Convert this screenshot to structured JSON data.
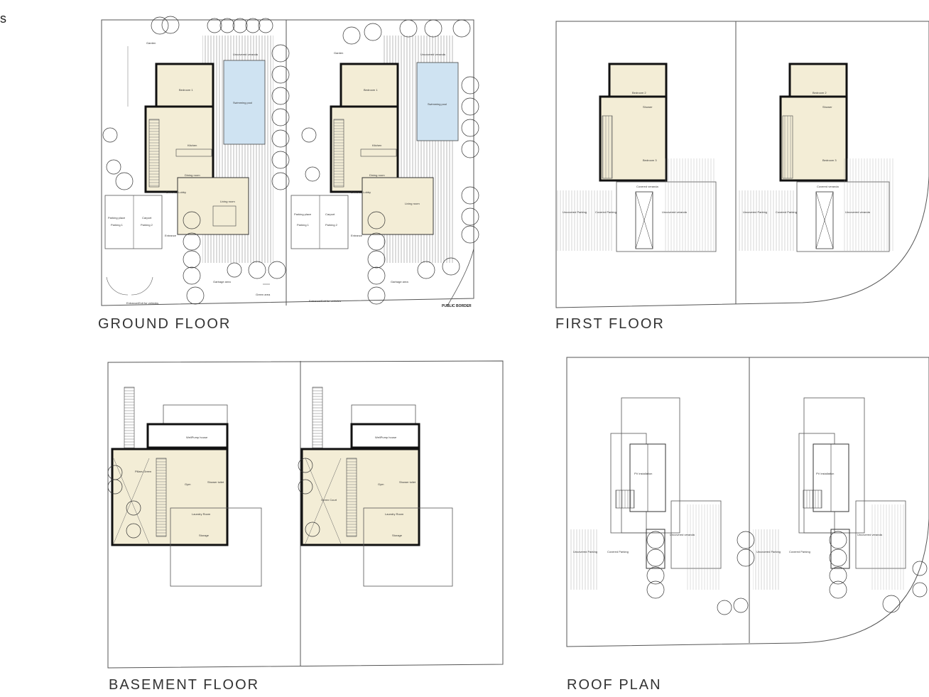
{
  "corner_text": "s",
  "plans": {
    "ground": {
      "title": "GROUND FLOOR",
      "labels": {
        "garden_1": "Garden",
        "garden_2": "Garden",
        "uncovered_veranda_top_1": "Uncovered veranda",
        "uncovered_veranda_top_2": "Uncovered veranda",
        "bedroom_1a": "Bedroom 1",
        "bedroom_1b": "Bedroom 1",
        "swimming_pool_1": "Swimming pool",
        "swimming_pool_2": "Swimming pool",
        "kitchen_1": "Kitchen",
        "kitchen_2": "Kitchen",
        "dining_1": "Dining room",
        "dining_2": "Dining room",
        "living_1": "Living room",
        "living_2": "Living room",
        "entrance_lobby_1": "Entrance Lobby",
        "entrance_lobby_2": "Entrance Lobby",
        "parking_place_1": "Parking place",
        "parking_place_2": "Parking place",
        "carport_1": "Carport",
        "carport_2": "Carport",
        "parking1_1": "Parking 1",
        "parking2_1": "Parking 2",
        "parking1_2": "Parking 1",
        "parking2_2": "Parking 2",
        "entrance_1": "Entrance",
        "entrance_2": "Entrance",
        "garbage_1": "Garbage area",
        "garbage_2": "Garbage area",
        "green_area": "Green area",
        "entrance_exit_1": "Entrance/Exit for vehicles",
        "entrance_exit_2": "Entrance/Exit for vehicles",
        "public_border": "PUBLIC BORDER"
      }
    },
    "first": {
      "title": "FIRST FLOOR",
      "labels": {
        "bedroom_2a": "Bedroom 2",
        "bedroom_2b": "Bedroom 2",
        "bedroom_3a": "Bedroom 3",
        "bedroom_3b": "Bedroom 3",
        "shower_1": "Shower",
        "shower_2": "Shower",
        "covered_veranda_1": "Covered veranda",
        "covered_veranda_2": "Covered veranda",
        "uncovered_veranda_1": "Uncovered veranda",
        "uncovered_veranda_2": "Uncovered veranda",
        "uncovered_parking_1": "Uncovered Parking",
        "uncovered_parking_2": "Uncovered Parking",
        "covered_parking_1": "Covered Parking",
        "covered_parking_2": "Covered Parking"
      }
    },
    "basement": {
      "title": "BASEMENT FLOOR",
      "labels": {
        "pump_1": "WellPump house",
        "pump_2": "WellPump house",
        "gym_1": "Gym",
        "gym_2": "Gym",
        "shower_toilet_1": "Shower toilet",
        "shower_toilet_2": "Shower toilet",
        "laundry_1": "Laundry Room",
        "laundry_2": "Laundry Room",
        "storage_1": "Storage",
        "storage_2": "Storage",
        "pillars_1": "Pillars Green",
        "pillars_2": "Green Court"
      }
    },
    "roof": {
      "title": "ROOF PLAN",
      "labels": {
        "pv_1": "PV installation",
        "pv_2": "PV installation",
        "uncovered_veranda_1": "Uncovered veranda",
        "uncovered_veranda_2": "Uncovered veranda",
        "uncovered_parking_1": "Uncovered Parking",
        "uncovered_parking_2": "Uncovered Parking",
        "covered_parking_1": "Covered Parking",
        "covered_parking_2": "Covered Parking"
      }
    }
  },
  "colors": {
    "room_fill": "#f3edd6",
    "pool_fill": "#cfe3f2",
    "wall": "#111111",
    "line": "#555555"
  }
}
